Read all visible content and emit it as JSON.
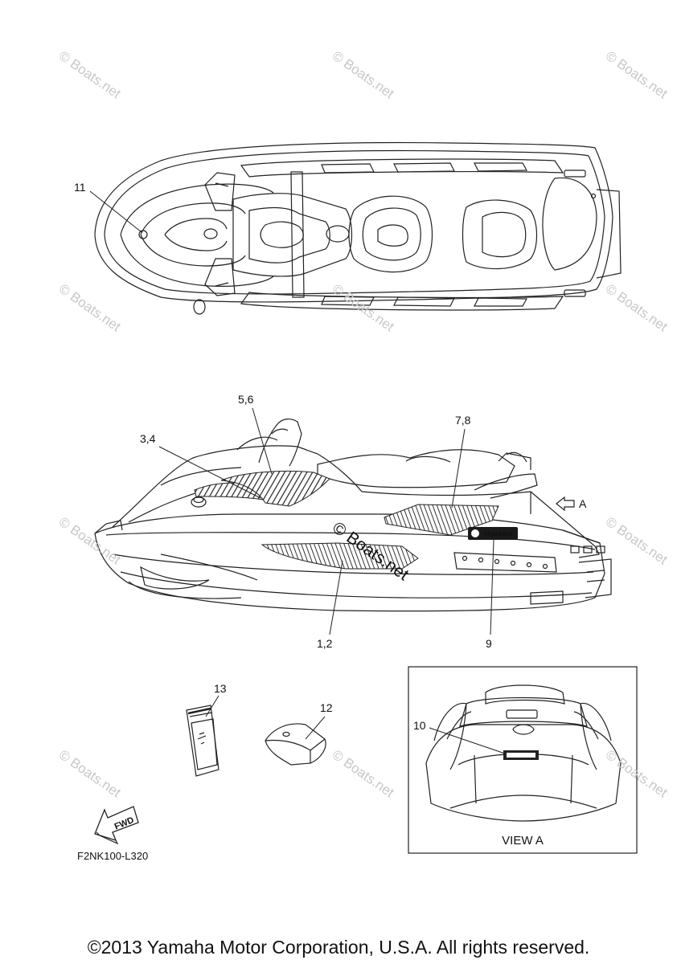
{
  "watermark_text": "© Boats.net",
  "callouts": {
    "c11": "11",
    "c56": "5,6",
    "c34": "3,4",
    "c78": "7,8",
    "cA": "A",
    "c12lbl": "1,2",
    "c9": "9",
    "c13": "13",
    "c12": "12",
    "c10": "10"
  },
  "brand_decal": "YAMAHA",
  "fwd_label": "FWD",
  "view_label": "VIEW A",
  "diagram_code": "F2NK100-L320",
  "copyright": "©2013 Yamaha Motor Corporation, U.S.A. All rights reserved."
}
